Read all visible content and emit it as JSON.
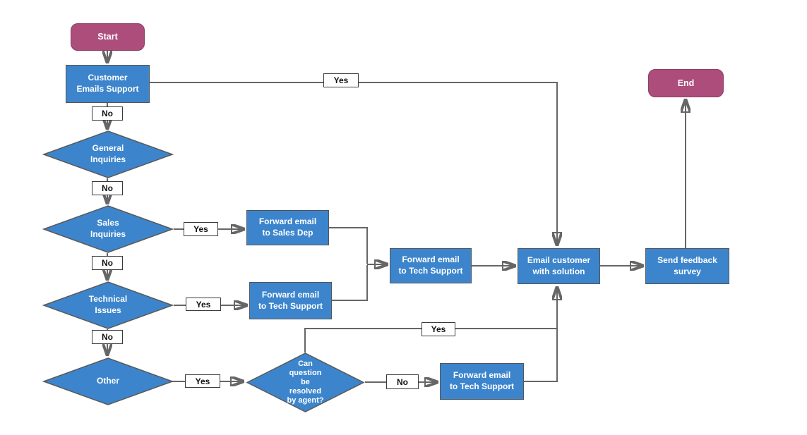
{
  "diagram": {
    "nodes": {
      "start": "Start",
      "customer": "Customer\nEmails Support",
      "general": "General\nInquiries",
      "sales": "Sales\nInquiries",
      "forward_sales": "Forward email\nto Sales Dep",
      "technical": "Technical\nIssues",
      "forward_tech_right": "Forward email\nto Tech Support",
      "forward_tech_mid": "Forward email\nto Tech Support",
      "email_customer": "Email customer\nwith solution",
      "send_survey": "Send feedback\nsurvey",
      "end": "End",
      "other": "Other",
      "agent_question": "Can\nquestion\nbe\nresolved\nby agent?",
      "forward_tech_bottom": "Forward email\nto Tech Support"
    },
    "edge_labels": {
      "customer_yes": "Yes",
      "customer_no": "No",
      "general_no": "No",
      "sales_yes": "Yes",
      "sales_no": "No",
      "technical_yes": "Yes",
      "technical_no": "No",
      "other_yes": "Yes",
      "agent_yes": "Yes",
      "agent_no": "No"
    },
    "colors": {
      "process_fill": "#3c85cd",
      "terminator_fill": "#ad4d7c",
      "connector": "#666666",
      "node_text": "#ffffff",
      "edge_label_text": "#111111",
      "background": "#ffffff"
    }
  }
}
